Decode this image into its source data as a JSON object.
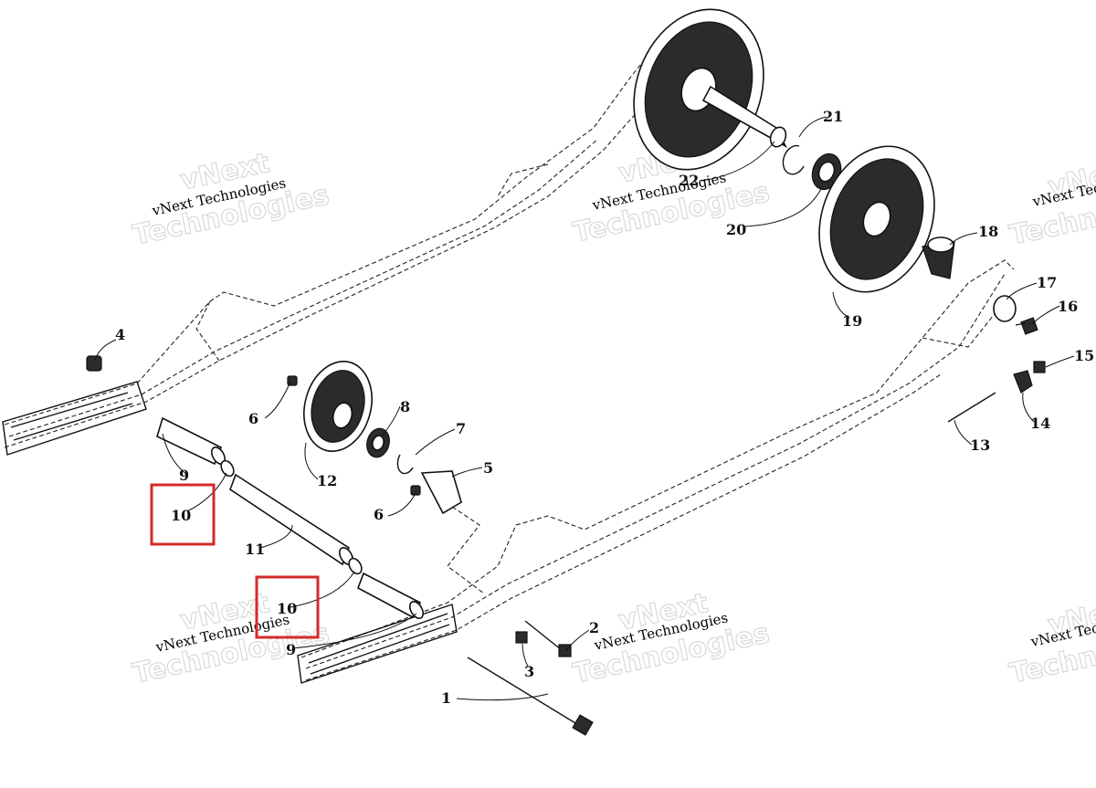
{
  "callouts": [
    "1",
    "2",
    "3",
    "4",
    "5",
    "6",
    "6",
    "7",
    "8",
    "9",
    "9",
    "10",
    "10",
    "11",
    "12",
    "13",
    "14",
    "15",
    "16",
    "17",
    "18",
    "19",
    "20",
    "21",
    "22"
  ],
  "highlighted": [
    "10",
    "10"
  ],
  "watermark": {
    "line1": "vNext Technologies",
    "line2": "vNext",
    "line3": "Technologies"
  },
  "colors": {
    "highlight": "#d42a2a",
    "ink": "#111111"
  }
}
